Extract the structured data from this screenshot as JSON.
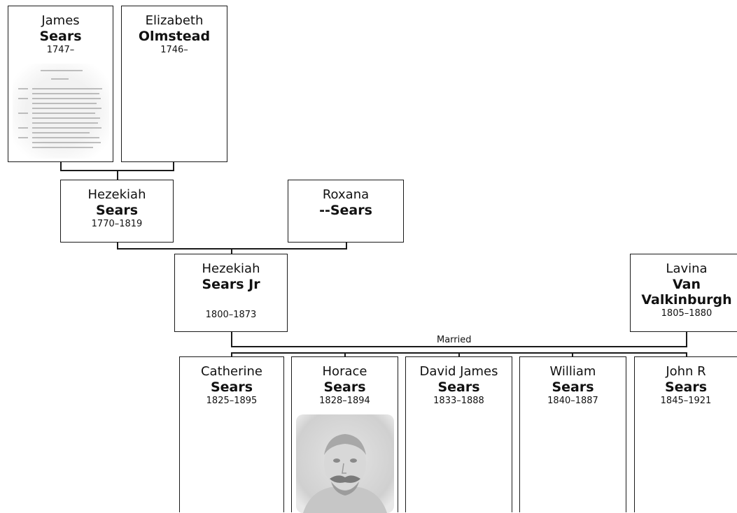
{
  "people": {
    "james": {
      "given": "James",
      "surname": "Sears",
      "dates": "1747–"
    },
    "elizabeth": {
      "given": "Elizabeth",
      "surname": "Olmstead",
      "dates": "1746–"
    },
    "hezekiah": {
      "given": "Hezekiah",
      "surname": "Sears",
      "dates": "1770–1819"
    },
    "roxana": {
      "given": "Roxana",
      "surname": "--Sears",
      "dates": ""
    },
    "hezekiah_jr": {
      "given": "Hezekiah",
      "surname": "Sears Jr",
      "dates": "1800–1873"
    },
    "lavina": {
      "given": "Lavina",
      "surname": "Van Valkinburgh",
      "dates": "1805–1880"
    },
    "catherine": {
      "given": "Catherine",
      "surname": "Sears",
      "dates": "1825–1895"
    },
    "horace": {
      "given": "Horace",
      "surname": "Sears",
      "dates": "1828–1894"
    },
    "david_james": {
      "given": "David James",
      "surname": "Sears",
      "dates": "1833–1888"
    },
    "william": {
      "given": "William",
      "surname": "Sears",
      "dates": "1840–1887"
    },
    "john_r": {
      "given": "John R",
      "surname": "Sears",
      "dates": "1845–1921"
    }
  },
  "relationship_label": "Married"
}
